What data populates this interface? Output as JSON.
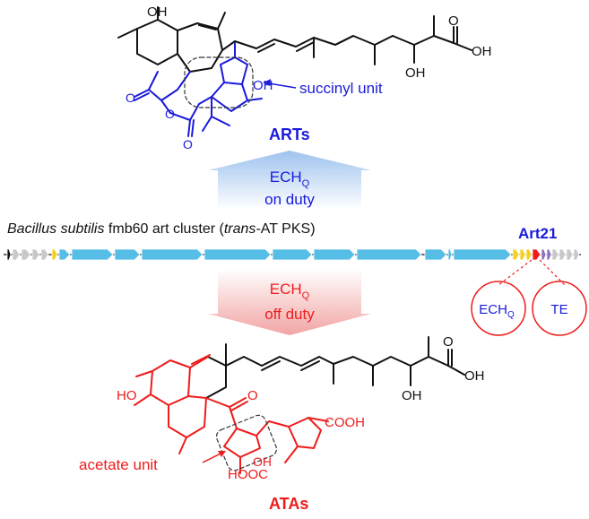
{
  "top_molecule": {
    "name": "ARTs",
    "annotation": "succinyl unit",
    "labels": {
      "oh_top": "OH",
      "oh_side": "OH",
      "oh_chain": "OH",
      "acid": "OH",
      "o_lactone1": "O",
      "o_lactone2": "O",
      "o_lactone3": "O",
      "o_chain": "O"
    }
  },
  "bottom_molecule": {
    "name": "ATAs",
    "annotation": "acetate unit",
    "labels": {
      "ho_ring": "HO",
      "o_ketone": "O",
      "oh_chain": "OH",
      "acid": "OH",
      "o_chain": "O",
      "cooh": "COOH",
      "hooc": "HOOC",
      "oh_ring": "OH"
    }
  },
  "arrow_up": {
    "label_main": "ECH",
    "label_sub": "Q",
    "label_line2": "on duty"
  },
  "arrow_down": {
    "label_main": "ECH",
    "label_sub": "Q",
    "label_line2": "off duty"
  },
  "cluster": {
    "organism": "Bacillus subtilis",
    "strain_text": " fmb60 art cluster (",
    "type_italic": "trans",
    "type_text": "-AT PKS)",
    "highlight_gene": "Art21"
  },
  "domains": [
    {
      "main": "ECH",
      "sub": "Q"
    },
    {
      "main": "TE",
      "sub": ""
    }
  ],
  "colors": {
    "blue": "#1a1adb",
    "red": "#ee1c1c",
    "gene_blue": "#56bde6",
    "gene_yellow": "#f5d020",
    "gene_gray": "#c8c8c8",
    "gene_purple": "#8a6fc0"
  }
}
